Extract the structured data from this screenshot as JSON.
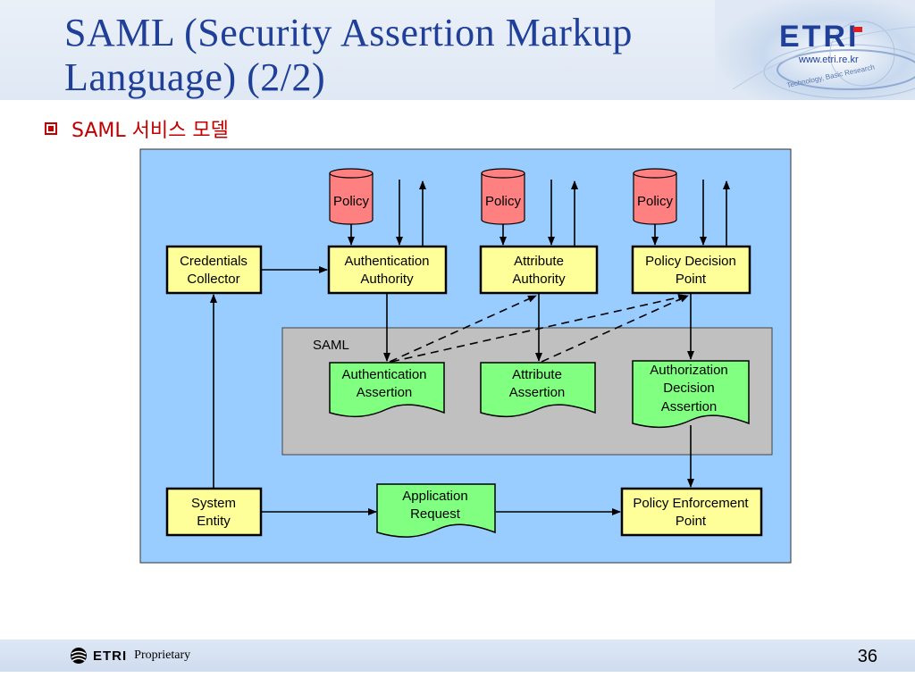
{
  "slide": {
    "title_line1": "SAML (Security Assertion Markup",
    "title_line2": "Language) (2/2)",
    "bullet": "SAML 서비스 모델",
    "page_number": "36"
  },
  "brand": {
    "logo_text": "ETRI",
    "url": "www.etri.re.kr",
    "tagline": "Technology, Basic Research",
    "footer_brand": "ETRI",
    "footer_label": "Proprietary"
  },
  "colors": {
    "title": "#1f3f99",
    "bullet": "#c00000",
    "diagram_bg": "#99ccff",
    "saml_box": "#c0c0c0",
    "node_fill": "#ffff99",
    "assertion_fill": "#80ff80",
    "policy_fill": "#ff8080"
  },
  "diagram": {
    "saml_label": "SAML",
    "policy_label": "Policy",
    "credentials_collector": [
      "Credentials",
      "Collector"
    ],
    "authentication_authority": [
      "Authentication",
      "Authority"
    ],
    "attribute_authority": [
      "Attribute",
      "Authority"
    ],
    "policy_decision_point": [
      "Policy Decision",
      "Point"
    ],
    "authentication_assertion": [
      "Authentication",
      "Assertion"
    ],
    "attribute_assertion": [
      "Attribute",
      "Assertion"
    ],
    "authorization_decision_assertion": [
      "Authorization",
      "Decision",
      "Assertion"
    ],
    "system_entity": [
      "System",
      "Entity"
    ],
    "application_request": [
      "Application",
      "Request"
    ],
    "policy_enforcement_point": [
      "Policy Enforcement",
      "Point"
    ]
  }
}
